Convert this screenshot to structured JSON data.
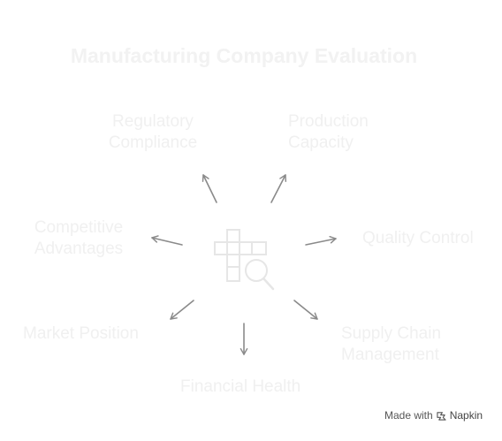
{
  "title": "Manufacturing Company Evaluation",
  "labels": {
    "regulatory": [
      "Regulatory",
      "Compliance"
    ],
    "production": [
      "Production",
      "Capacity"
    ],
    "competitive": [
      "Competitive",
      "Advantages"
    ],
    "quality": [
      "Quality Control"
    ],
    "market": [
      "Market Position"
    ],
    "supply": [
      "Supply Chain",
      "Management"
    ],
    "financial": [
      "Financial Health"
    ]
  },
  "footer": {
    "made_with": "Made with",
    "brand": "Napkin"
  },
  "icons": {
    "center": "puzzle-magnifier-icon",
    "brand": "napkin-logo-icon"
  },
  "colors": {
    "arrow": "#8a8a8a",
    "label": "#f0f0f0",
    "center_icon": "#e6e6e6"
  }
}
